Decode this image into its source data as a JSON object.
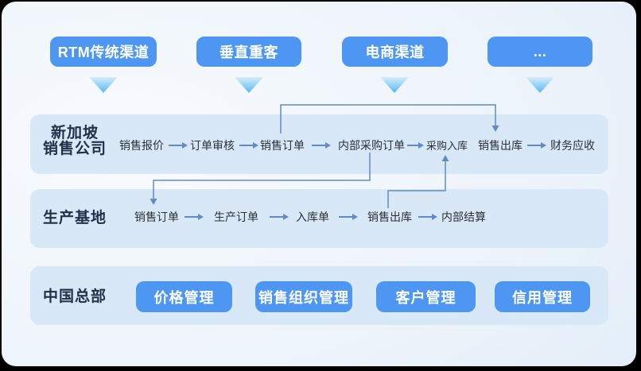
{
  "channels": [
    "RTM传统渠道",
    "垂直重客",
    "电商渠道",
    "..."
  ],
  "lanes": {
    "singapore": {
      "label_line1": "新加坡",
      "label_line2": "销售公司",
      "steps": [
        "销售报价",
        "订单审核",
        "销售订单",
        "内部采购订单",
        "采购入库",
        "销售出库",
        "财务应收"
      ]
    },
    "production": {
      "label": "生产基地",
      "steps": [
        "销售订单",
        "生产订单",
        "入库单",
        "销售出库",
        "内部结算"
      ]
    },
    "hq": {
      "label": "中国总部",
      "buttons": [
        "价格管理",
        "销售组织管理",
        "客户管理",
        "信用管理"
      ]
    }
  },
  "colors": {
    "button_blue": "#4D96F1",
    "lane_fill": "#D8E8F7",
    "connector_blue": "#5E8CC8",
    "label_dark": "#233049",
    "step_text": "#2B3038",
    "chevron_top": "#D8ECFB",
    "chevron_tip": "#57B6F2",
    "frame": "#000000"
  }
}
